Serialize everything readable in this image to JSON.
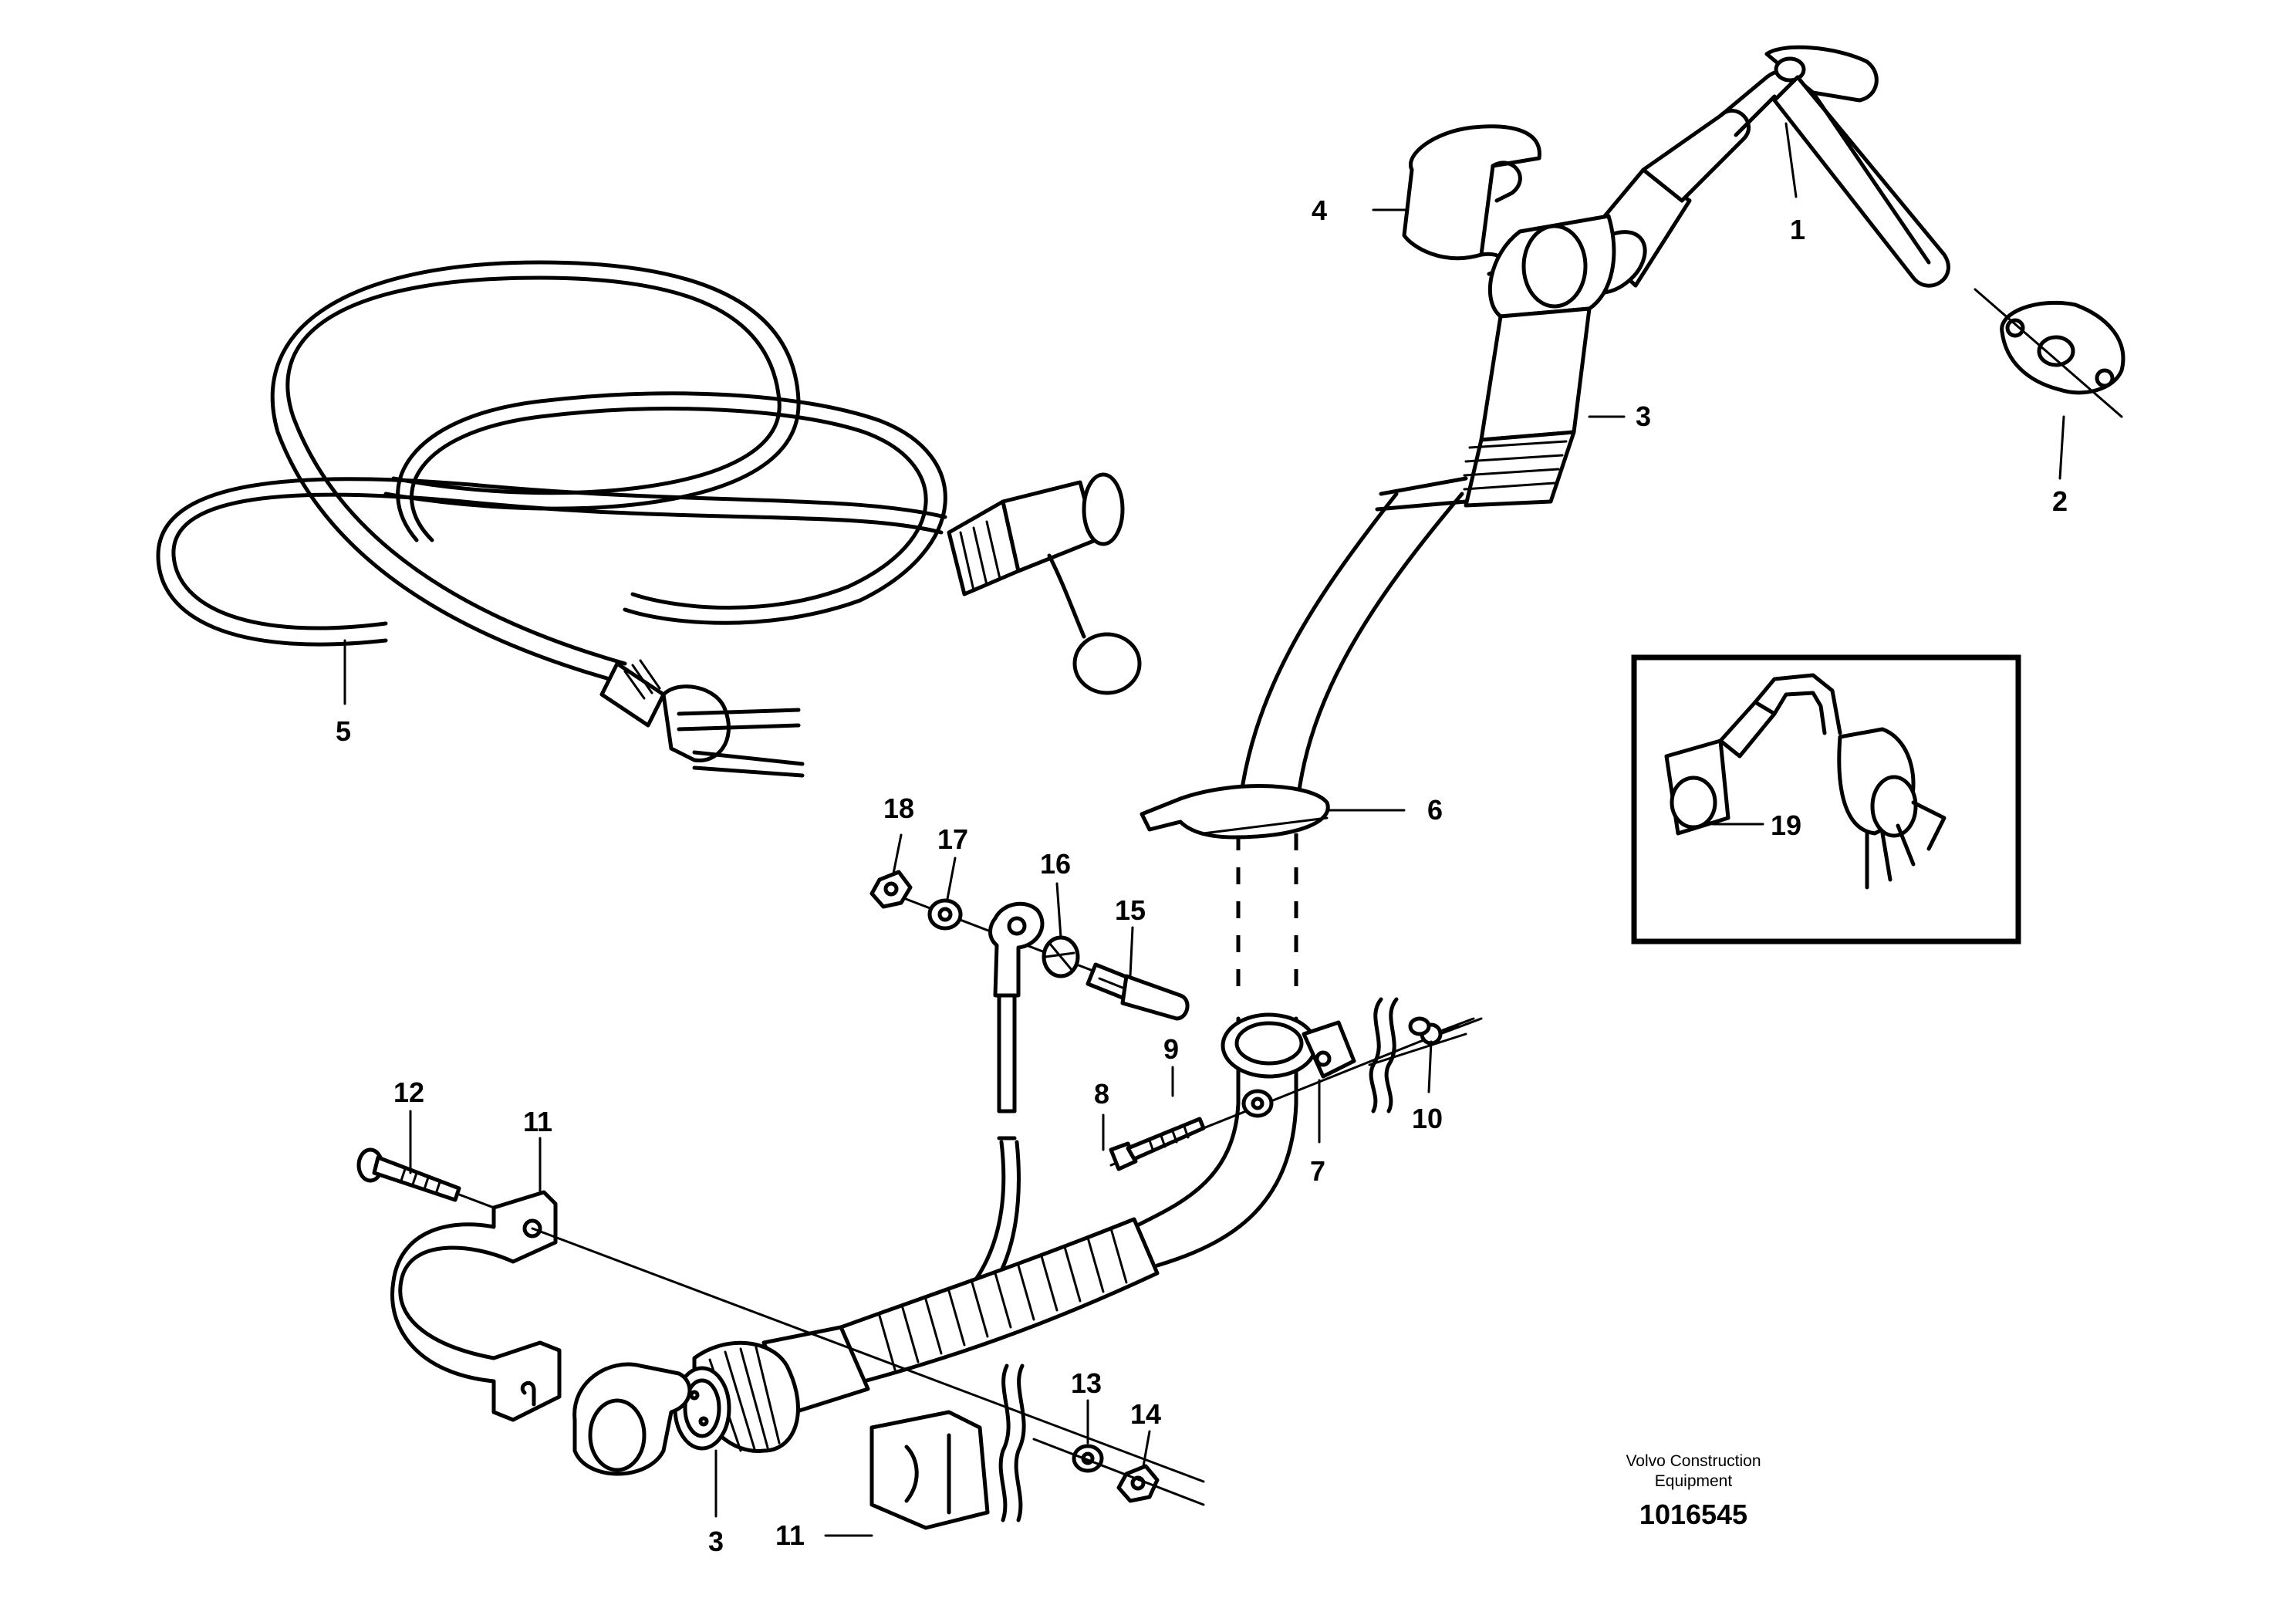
{
  "callouts": {
    "c1": "1",
    "c2": "2",
    "c3a": "3",
    "c3b": "3",
    "c4": "4",
    "c5": "5",
    "c6": "6",
    "c7": "7",
    "c8": "8",
    "c9": "9",
    "c10": "10",
    "c11a": "11",
    "c11b": "11",
    "c12": "12",
    "c13": "13",
    "c14": "14",
    "c15": "15",
    "c16": "16",
    "c17": "17",
    "c18": "18",
    "c19": "19"
  },
  "footer": {
    "brand_line1": "Volvo Construction",
    "brand_line2": "Equipment",
    "doc_number": "1016545"
  }
}
